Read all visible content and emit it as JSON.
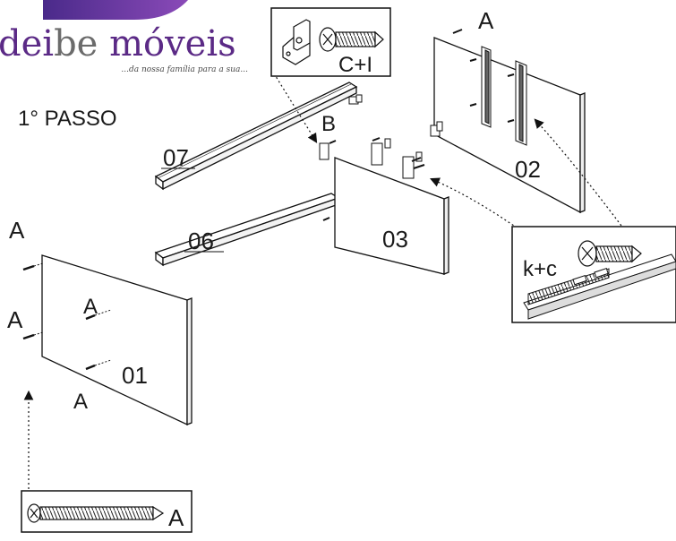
{
  "brand": {
    "name_part1": "dei",
    "name_part2": "be",
    "name_part3": " móveis",
    "slogan": "...da nossa família para a sua...",
    "colors": {
      "accent_purple": "#5b2a86",
      "accent_gradient_end": "#7b3fb0",
      "text": "#4a4a4a"
    }
  },
  "step_title": "1° PASSO",
  "parts": {
    "p01": "01",
    "p02": "02",
    "p03": "03",
    "p06": "06",
    "p07": "07"
  },
  "hardware_labels": {
    "a_top": "A",
    "a_left_top": "A",
    "a_left_bottom": "A",
    "a_mid": "A",
    "a_bottom": "A",
    "b": "B",
    "ci": "C+I",
    "kc": "k+c",
    "a_box": "A"
  },
  "icons": [
    "screw-icon",
    "bracket-icon",
    "drawer-slide-icon",
    "arrow-icon"
  ]
}
